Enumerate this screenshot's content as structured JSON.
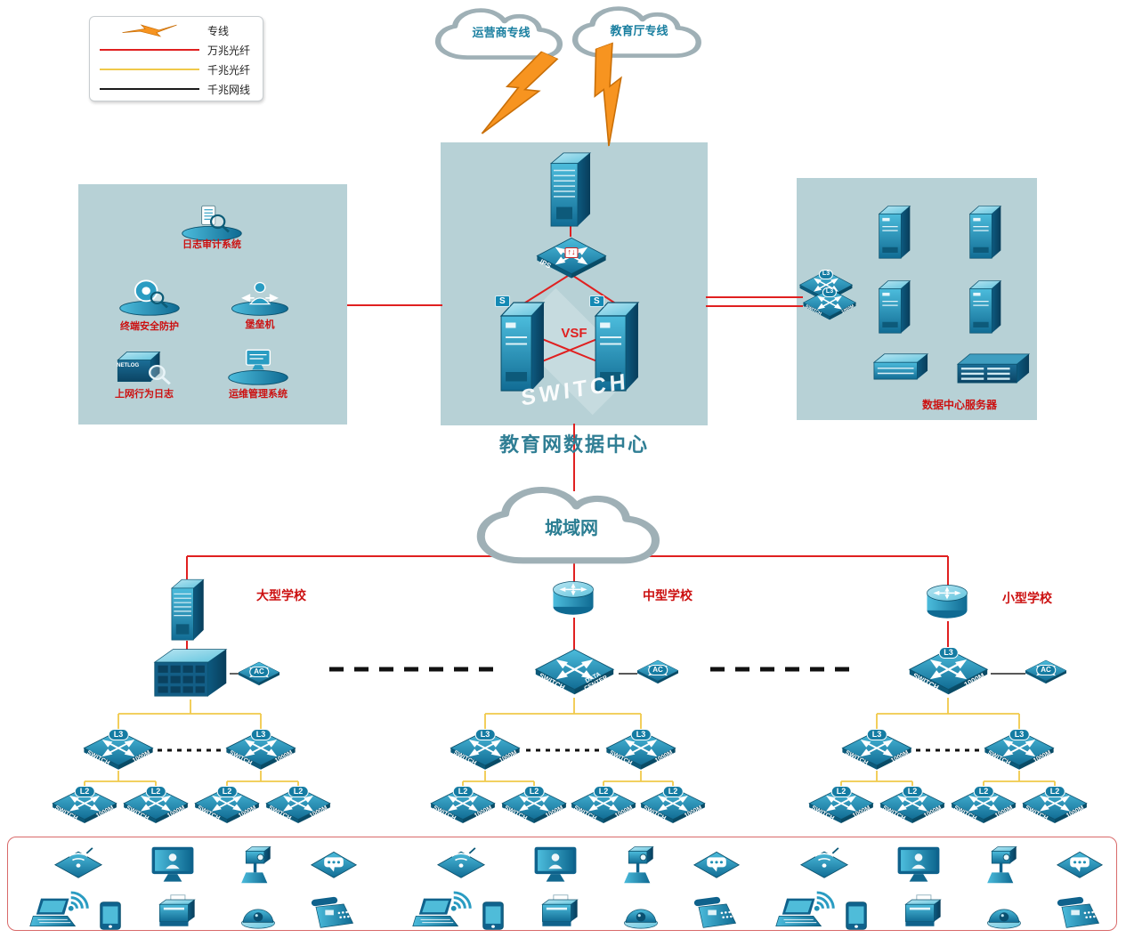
{
  "legend": {
    "items": [
      {
        "label": "专线",
        "type": "bolt",
        "color": "#f79420"
      },
      {
        "label": "万兆光纤",
        "type": "line",
        "color": "#e02020"
      },
      {
        "label": "千兆光纤",
        "type": "line",
        "color": "#f0c94a"
      },
      {
        "label": "千兆网线",
        "type": "line",
        "color": "#1a1a1a"
      }
    ]
  },
  "clouds": {
    "isp": "运营商专线",
    "edu": "教育厅专线",
    "man": "城域网"
  },
  "datacenter": {
    "title": "教育网数据中心"
  },
  "security": {
    "items": [
      {
        "label": "日志审计系统"
      },
      {
        "label": "终端安全防护"
      },
      {
        "label": "堡垒机"
      },
      {
        "label": "上网行为日志"
      },
      {
        "label": "运维管理系统"
      }
    ]
  },
  "servers": {
    "label": "数据中心服务器"
  },
  "schools": [
    {
      "name": "大型学校"
    },
    {
      "name": "中型学校"
    },
    {
      "name": "小型学校"
    }
  ],
  "labels": {
    "switch": "SWITCH",
    "m1000": "1000M",
    "l3": "L3",
    "l2": "L2",
    "ac": "AC",
    "ips": "IPS",
    "vsf": "VSF",
    "s": "S",
    "netlog": "NETLOG",
    "data_center": "DATA CENTER",
    "big_switch": "SWITCH"
  },
  "icons": {
    "ips_arrows": "↑↓"
  },
  "colors": {
    "fiber_10g": "#e02020",
    "fiber_1g": "#f0c94a",
    "cable": "#1a1a1a",
    "device_teal": "#1f8fb4",
    "panel_bg": "#b7d1d6",
    "label_red": "#cc1111",
    "cloud_text": "#1a7fa0",
    "bolt_orange": "#f79420"
  }
}
